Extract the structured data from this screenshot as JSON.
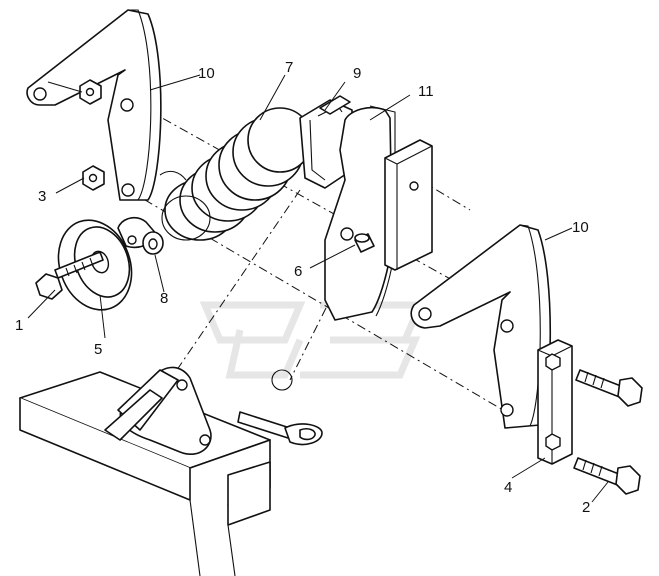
{
  "callouts": {
    "c1": "1",
    "c2": "2",
    "c3": "3",
    "c4": "4",
    "c5": "5",
    "c6": "6",
    "c7": "7",
    "c8": "8",
    "c9": "9",
    "c10a": "10",
    "c10b": "10",
    "c11": "11"
  },
  "colors": {
    "line": "#111111",
    "paper": "#ffffff",
    "watermark": "#e6e6e6"
  },
  "icons": {
    "watermark": "manufacturer-logo-watermark"
  }
}
